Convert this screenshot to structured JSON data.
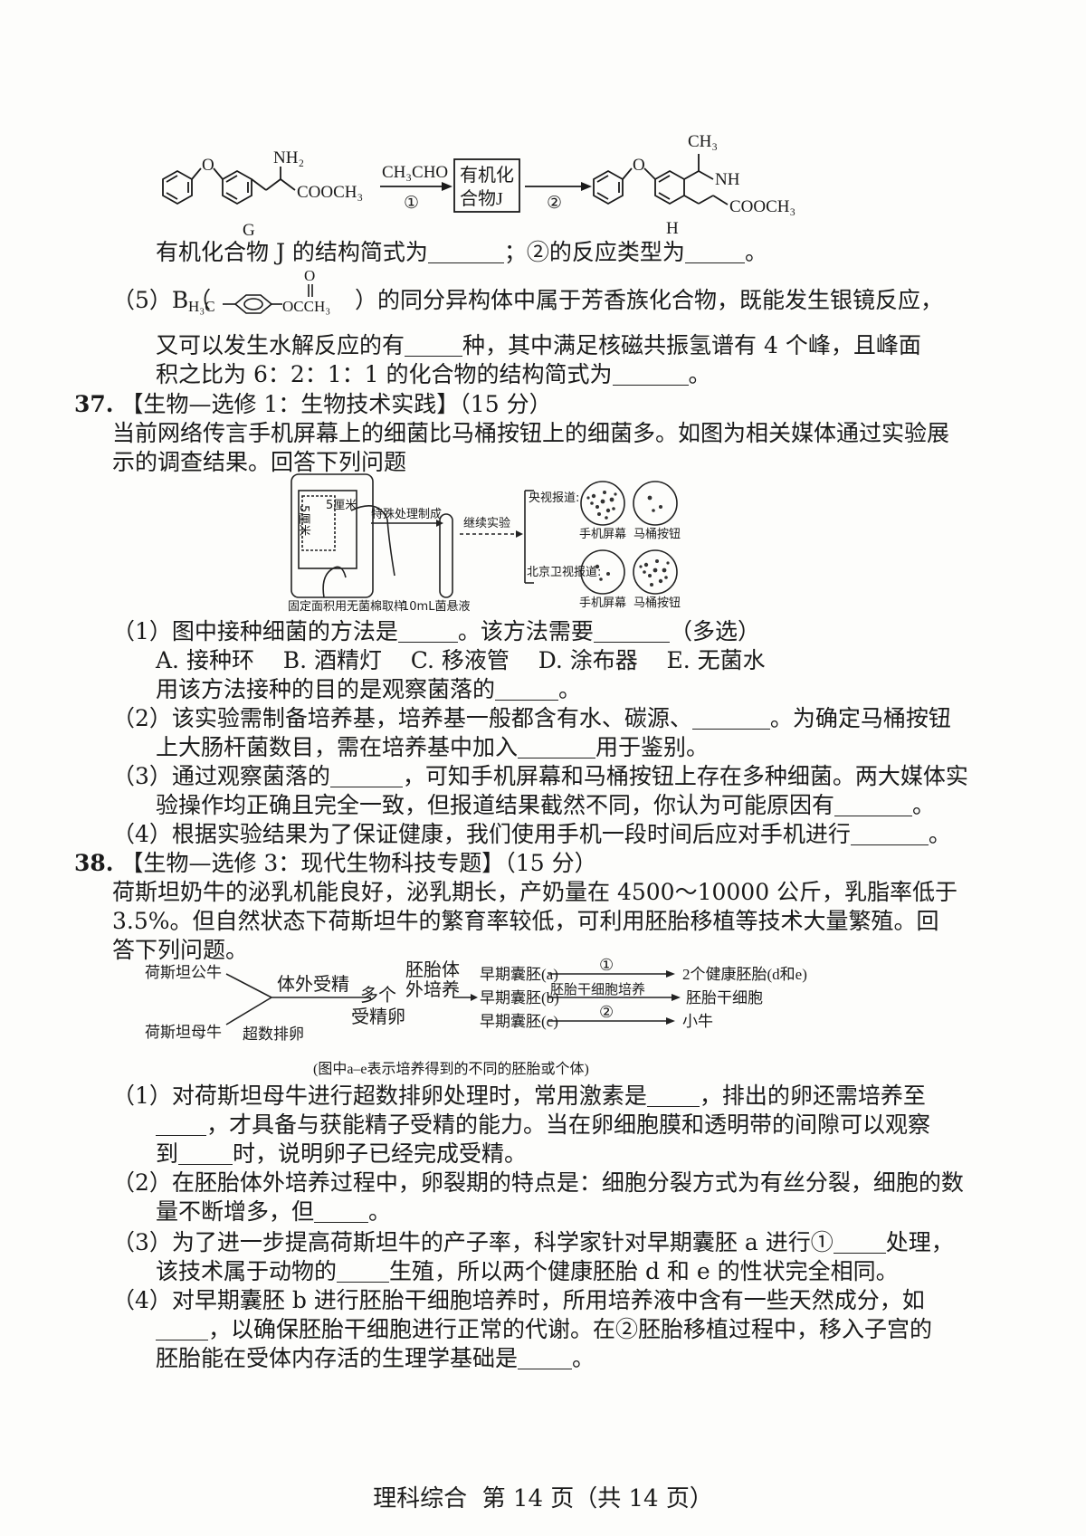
{
  "reaction": {
    "g_nh2": "NH₂",
    "g_cooch3": "COOCH₃",
    "g_label": "G",
    "reagent": "CH₃CHO",
    "step1": "①",
    "box_line1": "有机化",
    "box_line2": "合物J",
    "step2": "②",
    "h_ch3": "CH₃",
    "h_nh": "NH",
    "h_cooch3": "COOCH₃",
    "h_label": "H",
    "o_atom": "O"
  },
  "q4_line": {
    "part1": "有机化合物 J 的结构简式为",
    "part2": "；②的反应类型为",
    "part3": "。"
  },
  "q5": {
    "num": "（5）",
    "b_label": "B（",
    "b_h3c": "H₃C",
    "b_o_top": "O",
    "b_ester": "OCCH₃",
    "b_close": "）",
    "text1": "的同分异构体中属于芳香族化合物，既能发生银镜反应，",
    "text2a": "又可以发生水解反应的有",
    "text2b": "种，其中满足核磁共振氢谱有 4 个峰，且峰面",
    "text3a": "积之比为 6：2：1：1 的化合物的结构简式为",
    "text3b": "。"
  },
  "q37": {
    "num": "37.",
    "title": "【生物—选修 1：生物技术实践】（15 分）",
    "intro1": "当前网络传言手机屏幕上的细菌比马桶按钮上的细菌多。如图为相关媒体通过实验展",
    "intro2": "示的调查结果。回答下列问题",
    "figure": {
      "size_a": "5厘米",
      "size_b": "5厘米",
      "caption_bottom": "固定面积用无菌棉取样",
      "step1": "特殊处理制成",
      "tube": "10mL菌悬液",
      "step2": "继续实验",
      "source1": "央视报道:",
      "source2": "北京卫视报道:",
      "dish1": "手机屏幕",
      "dish2": "马桶按钮",
      "dish3": "手机屏幕",
      "dish4": "马桶按钮"
    },
    "s1": {
      "num": "（1）",
      "a": "图中接种细菌的方法是",
      "b": "。该方法需要",
      "c": "（多选）"
    },
    "options": "A. 接种环    B. 酒精灯    C. 移液管    D. 涂布器    E. 无菌水",
    "s1b": {
      "a": "用该方法接种的目的是观察菌落的",
      "b": "。"
    },
    "s2": {
      "num": "（2）",
      "a": "该实验需制备培养基，培养基一般都含有水、碳源、",
      "b": "。为确定马桶按钮",
      "c": "上大肠杆菌数目，需在培养基中加入",
      "d": "用于鉴别。"
    },
    "s3": {
      "num": "（3）",
      "a": "通过观察菌落的",
      "b": "，可知手机屏幕和马桶按钮上存在多种细菌。两大媒体实",
      "c": "验操作均正确且完全一致，但报道结果截然不同，你认为可能原因有",
      "d": "。"
    },
    "s4": {
      "num": "（4）",
      "a": "根据实验结果为了保证健康，我们使用手机一段时间后应对手机进行",
      "b": "。"
    }
  },
  "q38": {
    "num": "38.",
    "title": "【生物—选修 3：现代生物科技专题】（15 分）",
    "intro1": "荷斯坦奶牛的泌乳机能良好，泌乳期长，产奶量在 4500～10000 公斤，乳脂率低于",
    "intro2": "3.5%。但自然状态下荷斯坦牛的繁育率较低，可利用胚胎移植等技术大量繁殖。回",
    "intro3": "答下列问题。",
    "figure": {
      "bull": "荷斯坦公牛",
      "cow": "荷斯坦母牛",
      "ivf": "体外受精",
      "superov": "超数排卵",
      "eggs1": "多个",
      "eggs2": "受精卵",
      "culture1": "胚胎体",
      "culture2": "外培养",
      "blast_a": "早期囊胚(a)",
      "blast_b": "早期囊胚(b)",
      "blast_c": "早期囊胚(c)",
      "arrow1": "①",
      "arrow_b": "胚胎干细胞培养",
      "arrow2": "②",
      "out_a": "2个健康胚胎(d和e)",
      "out_b": "胚胎干细胞",
      "out_c": "小牛",
      "caption": "(图中a–e表示培养得到的不同的胚胎或个体)"
    },
    "s1": {
      "num": "（1）",
      "a": "对荷斯坦母牛进行超数排卵处理时，常用激素是",
      "b": "，排出的卵还需培养至",
      "c": "，才具备与获能精子受精的能力。当在卵细胞膜和透明带的间隙可以观察",
      "d": "到",
      "e": "时，说明卵子已经完成受精。"
    },
    "s2": {
      "num": "（2）",
      "a": "在胚胎体外培养过程中，卵裂期的特点是：细胞分裂方式为有丝分裂，细胞的数",
      "b": "量不断增多，但",
      "c": "。"
    },
    "s3": {
      "num": "（3）",
      "a": "为了进一步提高荷斯坦牛的产子率，科学家针对早期囊胚 a 进行①",
      "b": "处理，",
      "c": "该技术属于动物的",
      "d": "生殖，所以两个健康胚胎 d 和 e 的性状完全相同。"
    },
    "s4": {
      "num": "（4）",
      "a": "对早期囊胚 b 进行胚胎干细胞培养时，所用培养液中含有一些天然成分，如",
      "b": "，以确保胚胎干细胞进行正常的代谢。在②胚胎移植过程中，移入子宫的",
      "c": "胚胎能在受体内存活的生理学基础是",
      "d": "。"
    }
  },
  "footer": "理科综合  第 14 页（共 14 页）"
}
